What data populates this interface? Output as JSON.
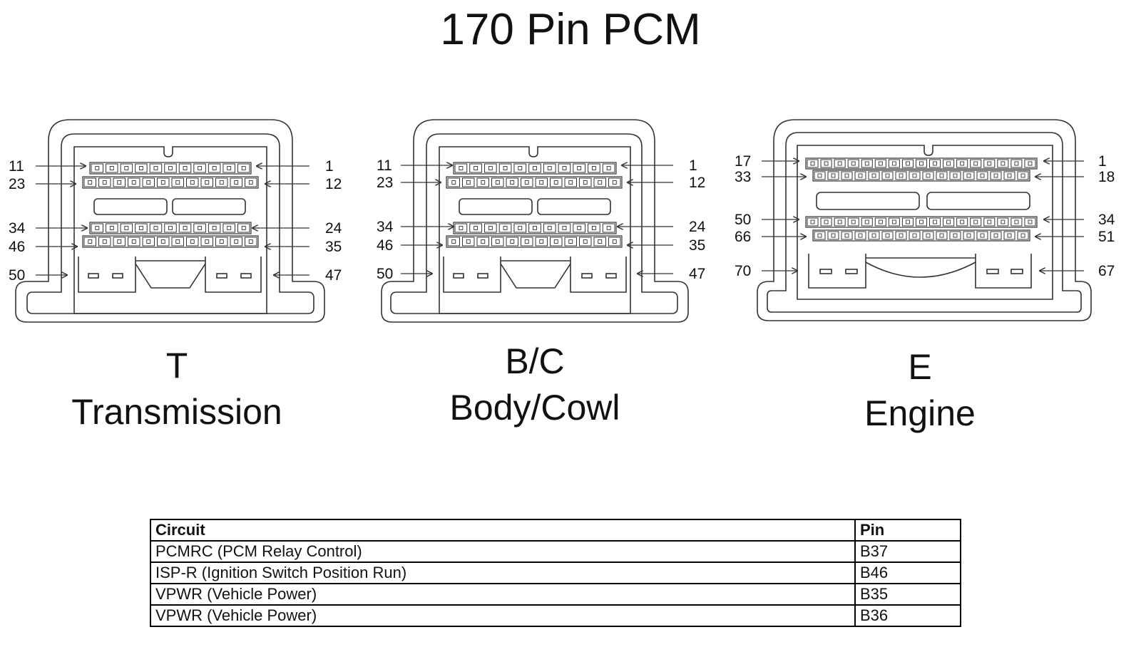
{
  "title": "170 Pin PCM",
  "connectors": [
    {
      "letter": "T",
      "name": "Transmission",
      "pin_labels": {
        "left": [
          "11",
          "23",
          "34",
          "46",
          "50"
        ],
        "right": [
          "1",
          "12",
          "24",
          "35",
          "47"
        ]
      },
      "rows": [
        11,
        12,
        11,
        12
      ]
    },
    {
      "letter": "B/C",
      "name": "Body/Cowl",
      "pin_labels": {
        "left": [
          "11",
          "23",
          "34",
          "46",
          "50"
        ],
        "right": [
          "1",
          "12",
          "24",
          "35",
          "47"
        ]
      },
      "rows": [
        11,
        12,
        11,
        12
      ]
    },
    {
      "letter": "E",
      "name": "Engine",
      "pin_labels": {
        "left": [
          "17",
          "33",
          "50",
          "66",
          "70"
        ],
        "right": [
          "1",
          "18",
          "34",
          "51",
          "67"
        ]
      },
      "rows": [
        17,
        16,
        17,
        16
      ]
    }
  ],
  "table": {
    "headers": [
      "Circuit",
      "Pin"
    ],
    "rows": [
      [
        "PCMRC (PCM Relay Control)",
        "B37"
      ],
      [
        "ISP-R (Ignition Switch Position Run)",
        "B46"
      ],
      [
        "VPWR (Vehicle Power)",
        "B35"
      ],
      [
        "VPWR (Vehicle Power)",
        "B36"
      ]
    ]
  },
  "colors": {
    "line": "#333333",
    "text": "#111111"
  }
}
